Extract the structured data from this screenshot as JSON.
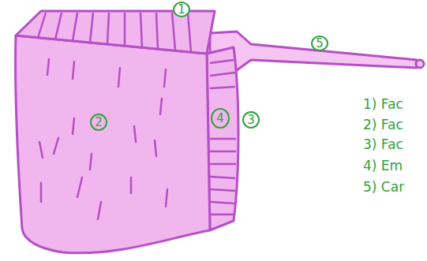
{
  "diagram": {
    "labels": [
      "1",
      "5",
      "2",
      "4",
      "3",
      "1) Fac",
      "2) Fac",
      "3) Fac",
      "4) Em",
      "5) Car"
    ]
  }
}
